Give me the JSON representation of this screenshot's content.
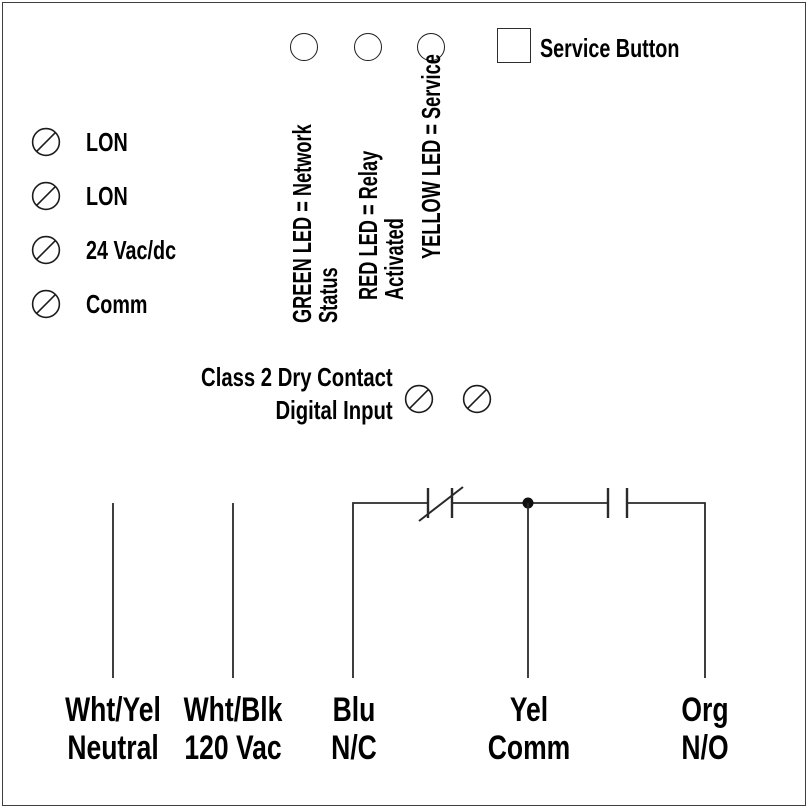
{
  "page": {
    "background": "#ffffff",
    "border_color": "#3f3f3f",
    "line_color": "#1a1a1a",
    "text_color": "#000000"
  },
  "leds": [
    {
      "id": "green",
      "label": "GREEN LED = Network Status"
    },
    {
      "id": "red",
      "label": "RED LED = Relay Activated"
    },
    {
      "id": "yellow",
      "label": "YELLOW LED = Service"
    }
  ],
  "service_button": {
    "label": "Service Button"
  },
  "left_terminals": [
    {
      "label": "LON"
    },
    {
      "label": "LON"
    },
    {
      "label": "24 Vac/dc"
    },
    {
      "label": "Comm"
    }
  ],
  "digital_input": {
    "line1": "Class 2 Dry Contact",
    "line2": "Digital Input"
  },
  "relay_wiring": {
    "contact_symbols": [
      "normally-closed-contact",
      "normally-open-contact"
    ],
    "wires": [
      {
        "color": "Wht/Yel",
        "function": "Neutral"
      },
      {
        "color": "Wht/Blk",
        "function": "120 Vac"
      },
      {
        "color": "Blu",
        "function": "N/C"
      },
      {
        "color": "Yel",
        "function": "Comm"
      },
      {
        "color": "Org",
        "function": "N/O"
      }
    ]
  }
}
